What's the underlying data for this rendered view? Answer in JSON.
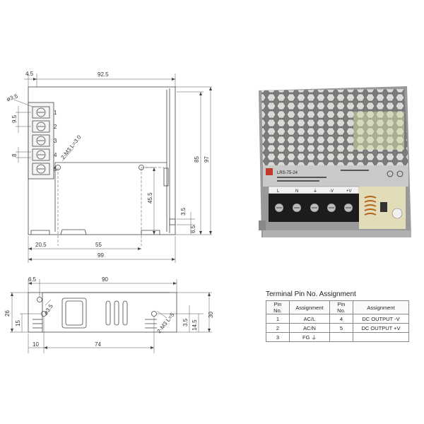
{
  "top_view": {
    "dim_offset": "4.5",
    "dim_width": "92.5",
    "dim_hole": "ø3.5",
    "dim_pitch": "9.5",
    "dim_terminal_top": "8",
    "dim_mount": "2-M3 L=3.0",
    "dim_hole_height": "45.5",
    "dim_inner_height": "85",
    "dim_total_height": "97",
    "dim_step_a": "3.5",
    "dim_step_b": "6.5",
    "dim_left_hole": "20.5",
    "dim_hole_span": "55",
    "dim_total_width": "99",
    "terminal_numbers": [
      "1",
      "2",
      "3",
      "4",
      "5"
    ]
  },
  "side_view": {
    "dim_offset": "6.5",
    "dim_length": "90",
    "dim_hole": "ø3.5",
    "dim_mount": "2-M3 L=5",
    "dim_height_left": "26",
    "dim_hole_height": "15",
    "dim_small": "3.5",
    "dim_mid": "14.5",
    "dim_total_height": "30",
    "dim_left": "10",
    "dim_span": "74"
  },
  "photo": {
    "model_label": "LRS-75-24",
    "terminal_labels": [
      "L",
      "N",
      "⏚",
      "-V",
      "+V"
    ]
  },
  "pin_table": {
    "title": "Terminal Pin No. Assignment",
    "headers": [
      "Pin No.",
      "Assignment",
      "Pin No.",
      "Assignment"
    ],
    "rows": [
      [
        "1",
        "AC/L",
        "4",
        "DC OUTPUT -V"
      ],
      [
        "2",
        "AC/N",
        "5",
        "DC OUTPUT +V"
      ],
      [
        "3",
        "FG ⏚",
        "",
        ""
      ]
    ]
  }
}
